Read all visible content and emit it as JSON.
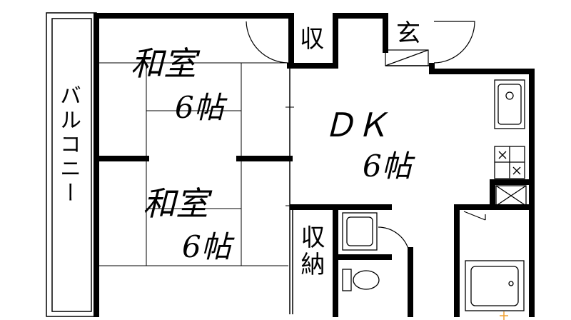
{
  "plan": {
    "rooms": {
      "washitsu_upper": {
        "name": "和室",
        "size": "6帖"
      },
      "washitsu_lower": {
        "name": "和室",
        "size": "6帖"
      },
      "dk": {
        "name": "ＤＫ",
        "size": "6帖"
      }
    },
    "labels": {
      "balcony": "バルコニー",
      "closet": "収",
      "entrance": "玄",
      "storage": "収納"
    },
    "colors": {
      "wall": "#000000",
      "line": "#000000",
      "paper": "#ffffff",
      "marker": "#f0a030"
    }
  }
}
